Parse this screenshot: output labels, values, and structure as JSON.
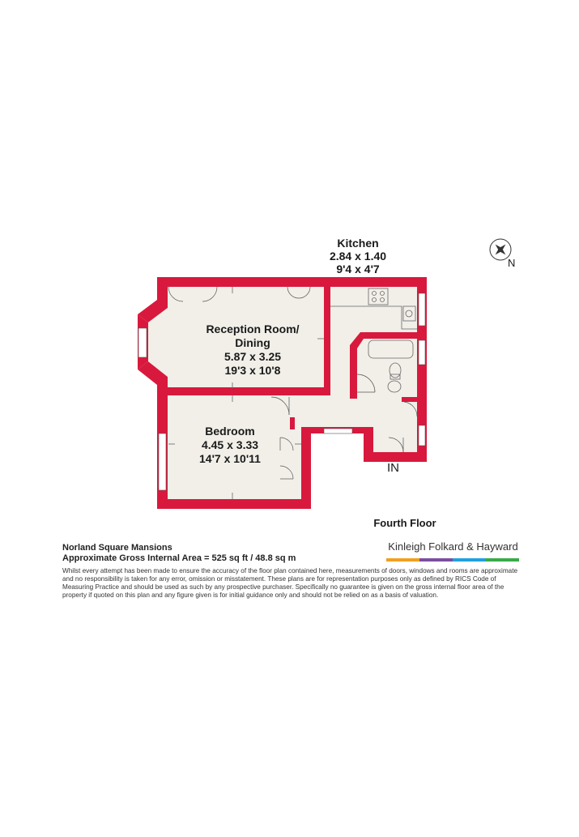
{
  "rooms": {
    "kitchen": {
      "name": "Kitchen",
      "metric": "2.84 x 1.40",
      "imperial": "9'4 x 4'7"
    },
    "reception": {
      "name_line1": "Reception Room/",
      "name_line2": "Dining",
      "metric": "5.87 x 3.25",
      "imperial": "19'3 x 10'8"
    },
    "bedroom": {
      "name": "Bedroom",
      "metric": "4.45 x 3.33",
      "imperial": "14'7 x 10'11"
    }
  },
  "entrance_label": "IN",
  "compass_label": "N",
  "floor_label": "Fourth Floor",
  "property": {
    "title": "Norland Square Mansions",
    "area": "Approximate Gross Internal Area = 525 sq ft / 48.8 sq m",
    "disclaimer": "Whilst every attempt has been made to ensure the accuracy of the floor plan contained here, measurements of doors, windows and rooms are approximate and no responsibility is taken for any error, omission or misstatement. These plans are for representation purposes only as defined by RICS Code of Measuring Practice and should be used as such by any prospective purchaser. Specifically no guarantee is given on the gross internal floor area of the property if quoted on this plan and any figure given is for initial guidance only and should not be relied on as a basis of valuation."
  },
  "brand": {
    "name": "Kinleigh Folkard & Hayward",
    "bar_colors": [
      "#f0a020",
      "#7a4fa0",
      "#20a0e0",
      "#3aaa4a"
    ]
  },
  "colors": {
    "wall": "#d8193d",
    "floor": "#f1efe8",
    "line": "#444444"
  }
}
